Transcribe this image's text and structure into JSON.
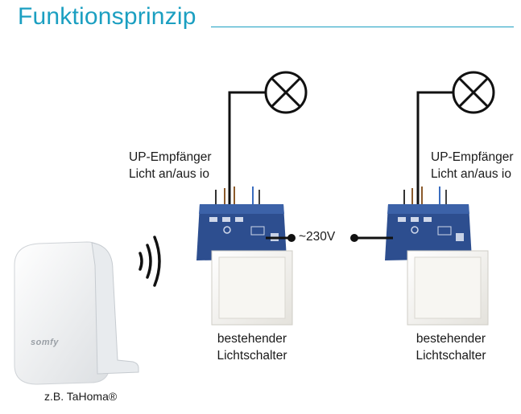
{
  "title": "Funktionsprinzip",
  "receiver_left": {
    "line1": "UP-Empfänger",
    "line2": "Licht an/aus io"
  },
  "receiver_right": {
    "line1": "UP-Empfänger",
    "line2": "Licht an/aus io"
  },
  "voltage": "~230V",
  "switch_left": {
    "line1": "bestehender",
    "line2": "Lichtschalter"
  },
  "switch_right": {
    "line1": "bestehender",
    "line2": "Lichtschalter"
  },
  "hub": {
    "brand": "somfy",
    "caption": "z.B. TaHoma®"
  },
  "colors": {
    "title": "#1b9fc1",
    "module": "#2d4e8f",
    "wire": "#111111"
  }
}
